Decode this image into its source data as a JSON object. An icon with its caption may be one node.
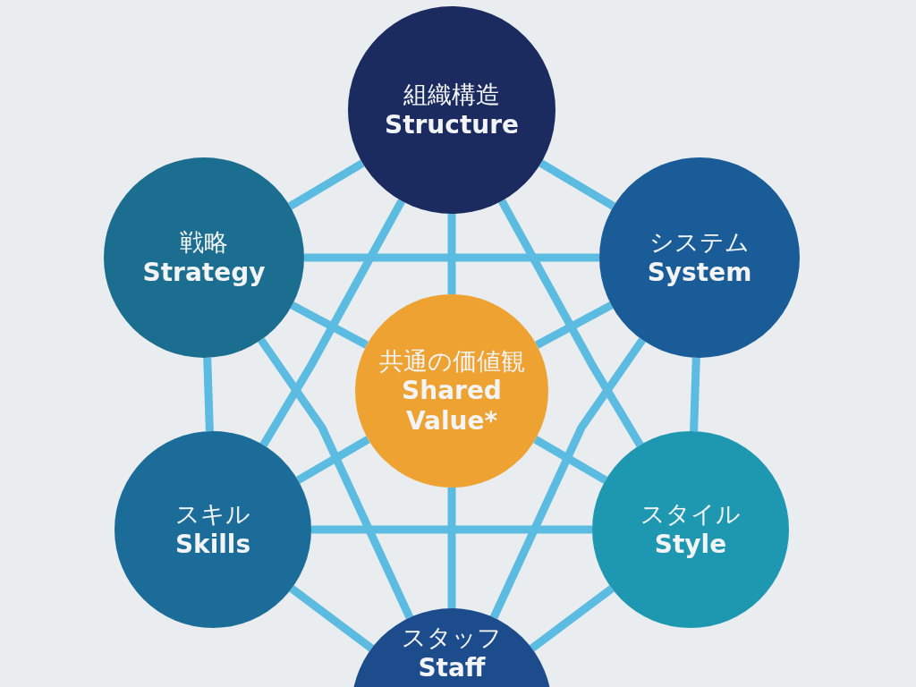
{
  "diagram": {
    "nodes": [
      {
        "text": [
          "組織構造",
          "Structure"
        ]
      },
      {
        "text": [
          "戦略",
          "Strategy"
        ]
      },
      {
        "text": [
          "システム",
          "System"
        ]
      },
      {
        "text": [
          "共通の価値観",
          "Shared Value*"
        ]
      },
      {
        "text": [
          "スキル",
          "Skills"
        ]
      },
      {
        "text": [
          "スタイル",
          "Style"
        ]
      },
      {
        "text": [
          "スタッフ",
          "Staff"
        ]
      }
    ],
    "edges": [
      {
        "from": 0,
        "to": 1,
        "arrow": "none"
      },
      {
        "from": 0,
        "to": 2,
        "arrow": "none"
      },
      {
        "from": 0,
        "to": 3,
        "arrow": "none"
      },
      {
        "from": 0,
        "to": 4,
        "arrow": "none"
      },
      {
        "from": 0,
        "to": 5,
        "arrow": "none"
      },
      {
        "from": 1,
        "to": 2,
        "arrow": "none"
      },
      {
        "from": 1,
        "to": 3,
        "arrow": "none"
      },
      {
        "from": 1,
        "to": 4,
        "arrow": "none"
      },
      {
        "from": 1,
        "to": 6,
        "arrow": "none"
      },
      {
        "from": 2,
        "to": 3,
        "arrow": "none"
      },
      {
        "from": 2,
        "to": 5,
        "arrow": "none"
      },
      {
        "from": 2,
        "to": 6,
        "arrow": "none"
      },
      {
        "from": 3,
        "to": 4,
        "arrow": "none"
      },
      {
        "from": 3,
        "to": 5,
        "arrow": "none"
      },
      {
        "from": 3,
        "to": 6,
        "arrow": "none"
      },
      {
        "from": 4,
        "to": 5,
        "arrow": "none"
      },
      {
        "from": 4,
        "to": 6,
        "arrow": "none"
      },
      {
        "from": 5,
        "to": 6,
        "arrow": "none"
      }
    ]
  }
}
